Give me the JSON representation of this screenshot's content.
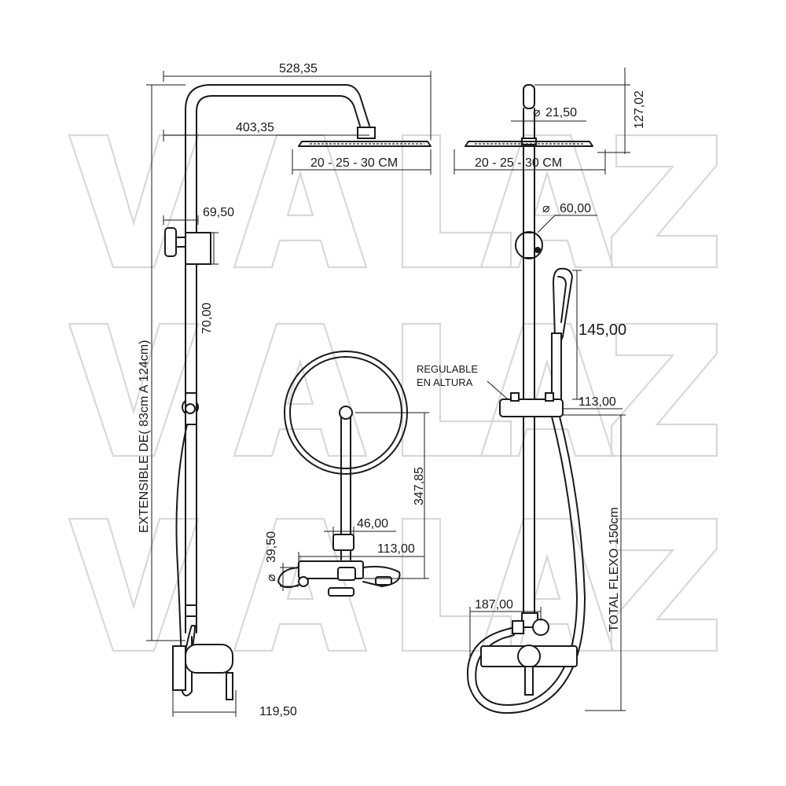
{
  "watermark": {
    "letters": [
      "V",
      "A",
      "L",
      "A",
      "Z"
    ]
  },
  "dimensions": {
    "overall_reach": "528,35",
    "arm_reach": "403,35",
    "head_size_left": "20 - 25 - 30 CM",
    "head_size_right": "20 - 25 - 30 CM",
    "pipe_diameter": "21,50",
    "top_height": "127,02",
    "support_diameter": "60,00",
    "wall_offset": "69,50",
    "support_height": "70,00",
    "extensible": "EXTENSIBLE DE( 83cm A 124cm)",
    "handshower_length": "145,00",
    "slider_width": "113,00",
    "hose_total": "TOTAL FLEXO 150cm",
    "regulable_line1": "REGULABLE",
    "regulable_line2": "EN ALTURA",
    "top_view_arm": "347,85",
    "top_view_inlet": "46,00",
    "top_view_body": "113,00",
    "top_view_handle_diameter": "39,50",
    "mixer_depth": "119,50",
    "mixer_width": "187,00"
  }
}
